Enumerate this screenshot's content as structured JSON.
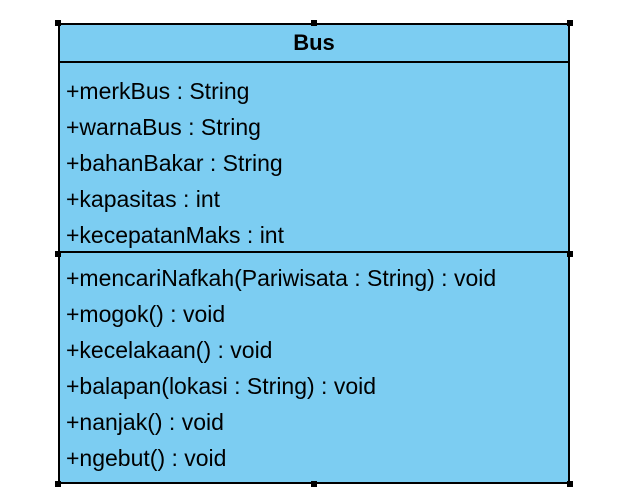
{
  "colors": {
    "fill": "#7ccdf2",
    "border": "#000000",
    "handle": "#000000"
  },
  "class_box": {
    "name": "Bus",
    "attributes": [
      "+merkBus : String",
      "+warnaBus : String",
      "+bahanBakar : String",
      "+kapasitas : int",
      "+kecepatanMaks : int"
    ],
    "methods": [
      "+mencariNafkah(Pariwisata : String) : void",
      "+mogok() : void",
      "+kecelakaan() : void",
      "+balapan(lokasi : String) : void",
      "+nanjak() : void",
      "+ngebut() : void"
    ]
  }
}
